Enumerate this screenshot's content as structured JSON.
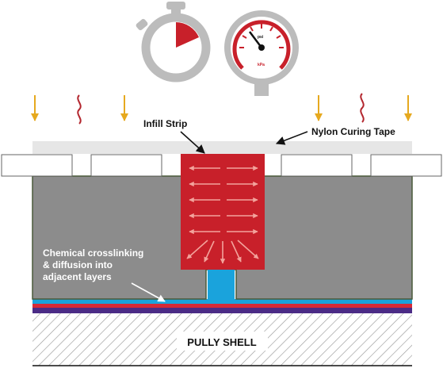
{
  "labels": {
    "infill_strip": "Infill Strip",
    "nylon_tape": "Nylon Curing Tape",
    "crosslinking_line1": "Chemical crosslinking",
    "crosslinking_line2": "& diffusion into",
    "crosslinking_line3": "adjacent layers",
    "shell": "PULLY SHELL",
    "gauge_unit_top": "psi",
    "gauge_unit_bottom": "kPa"
  },
  "icons": {
    "timer": "stopwatch-icon",
    "gauge": "pressure-gauge-icon",
    "pressure": "down-arrow-icon",
    "heat": "heat-wave-icon"
  },
  "colors": {
    "background": "#ffffff",
    "rubber": "#8c8c8c",
    "rubber_edge": "#4a5a3a",
    "tape": "#e6e6e6",
    "infill": "#c8202a",
    "infill_arrows": "#f3a39c",
    "blue_layer": "#1aa3dc",
    "red_layer": "#d62a37",
    "purple_layer": "#4b2c86",
    "arrow_gold": "#e6a91f",
    "heat_red": "#b3262e",
    "icon_gray": "#bcbcbc",
    "text": "#111111"
  }
}
